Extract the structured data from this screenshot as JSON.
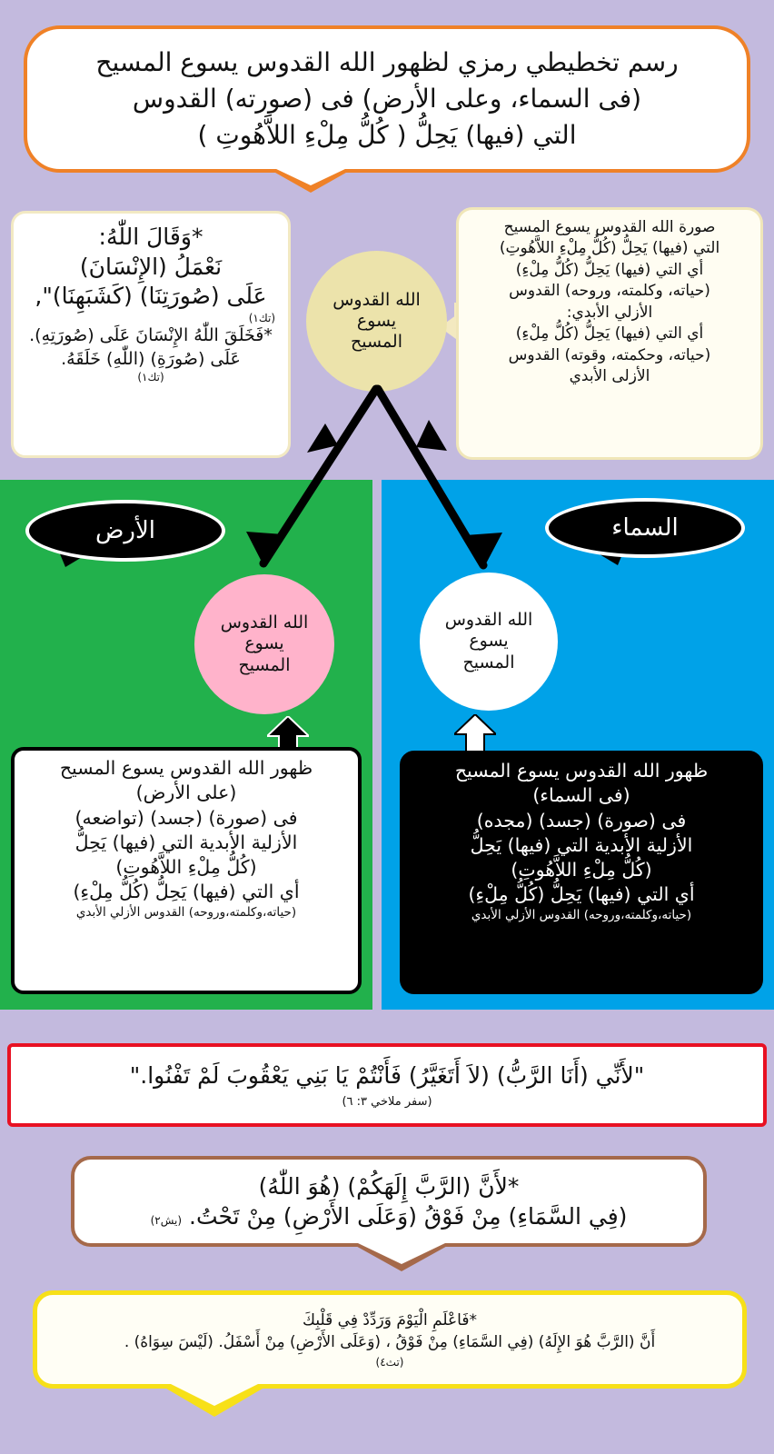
{
  "title": {
    "line1": "رسم تخطيطي رمزي لظهور الله القدوس يسوع المسيح",
    "line2": "(فى السماء، وعلى الأرض) فى (صورته) القدوس",
    "line3": "التي (فيها) يَحِلُّ ( كُلُّ مِلْءِ اللاَّهُوتِ )"
  },
  "left_box": {
    "line1": "*وَقَالَ اللّٰهُ:",
    "line2": "نَعْمَلُ (الإِنْسَانَ)",
    "line3": "عَلَى (صُورَتِنَا) (كَشَبَهِنَا)\",",
    "cite1": "(تك١)",
    "line4": "*فَخَلَقَ اللّٰهُ الإِنْسَانَ عَلَى (صُورَتِهِ).",
    "line5": "عَلَى (صُورَةِ) (اللّٰهِ) خَلَقَهُ.",
    "cite2": "(تك١)"
  },
  "right_box": {
    "line1": "صورة الله القدوس يسوع المسيح",
    "line2": "التي (فيها) يَحِلُّ (كُلُّ مِلْءِ اللاَّهُوتِ)",
    "line3": "أي التي (فيها) يَحِلُّ (كُلُّ مِلْءِ)",
    "line4": "(حياته، وكلمته، وروحه) القدوس",
    "line5": "الأزلي الأبدي:",
    "line6": "أي التي (فيها) يَحِلُّ (كُلُّ مِلْءِ)",
    "line7": "(حياته، وحكمته، وقوته) القدوس",
    "line8": "الأزلى الأبدي"
  },
  "center_circle": {
    "line1": "الله القدوس",
    "line2": "يسوع",
    "line3": "المسيح"
  },
  "earth_panel": {
    "label": "الأرض",
    "circle": {
      "line1": "الله القدوس",
      "line2": "يسوع",
      "line3": "المسيح"
    },
    "box": {
      "line1": "ظهور الله القدوس يسوع المسيح",
      "line2": "(على الأرض)",
      "line3": "فى (صورة) (جسد) (تواضعه)",
      "line4": "الأزلية الأبدية التي (فيها) يَحِلُّ",
      "line5": "(كُلُّ مِلْءِ اللاَّهُوتِ)",
      "line6": "أي التي (فيها) يَحِلُّ (كُلُّ مِلْءِ)",
      "line7": "(حياته،وكلمته،وروحه) القدوس الأزلي الأبدي"
    }
  },
  "heaven_panel": {
    "label": "السماء",
    "circle": {
      "line1": "الله القدوس",
      "line2": "يسوع",
      "line3": "المسيح"
    },
    "box": {
      "line1": "ظهور الله القدوس يسوع المسيح",
      "line2": "(فى السماء)",
      "line3": "فى (صورة) (جسد) (مجده)",
      "line4": "الأزلية الأبدية التي (فيها) يَحِلُّ",
      "line5": "(كُلُّ مِلْءِ اللاَّهُوتِ)",
      "line6": "أي التي (فيها) يَحِلُّ (كُلُّ مِلْءِ)",
      "line7": "(حياته،وكلمته،وروحه) القدوس الأزلي الأبدي"
    }
  },
  "red_box": {
    "text": "\"لأَنِّي (أَنَا الرَّبُّ) (لاَ أَتَغَيَّرُ) فَأَنْتُمْ يَا بَنِي يَعْقُوبَ لَمْ تَفْنُوا.\"",
    "cite": "(سفر ملاخي ٣: ٦)"
  },
  "brown_box": {
    "line1": "*لأَنَّ (الرَّبَّ إِلَهَكُمْ) (هُوَ اللّٰهُ)",
    "line2": "(فِي السَّمَاءِ) مِنْ فَوْقُ (وَعَلَى الأَرْضِ) مِنْ تَحْتُ.",
    "cite": "(يش٢)"
  },
  "yellow_box": {
    "line1": "*فَاعْلَمِ الْيَوْمَ وَرَدِّدْ فِي قَلْبِكَ",
    "line2": "أَنَّ (الرَّبَّ هُوَ الإِلَهُ) (فِي السَّمَاءِ) مِنْ فَوْقُ ، (وَعَلَى الأَرْضِ) مِنْ أَسْفَلُ. (لَيْسَ سِوَاهُ) .",
    "cite": "(تث٤)"
  },
  "colors": {
    "background": "#c3bade",
    "title_border": "#ef8127",
    "earth_panel": "#22b14c",
    "heaven_panel": "#00a2e8",
    "earth_circle": "#ffb3cb",
    "heaven_circle": "#ffffff",
    "center_circle": "#ece3ab",
    "red_border": "#e81123",
    "brown_border": "#a5694a",
    "yellow_border": "#f7e018"
  }
}
